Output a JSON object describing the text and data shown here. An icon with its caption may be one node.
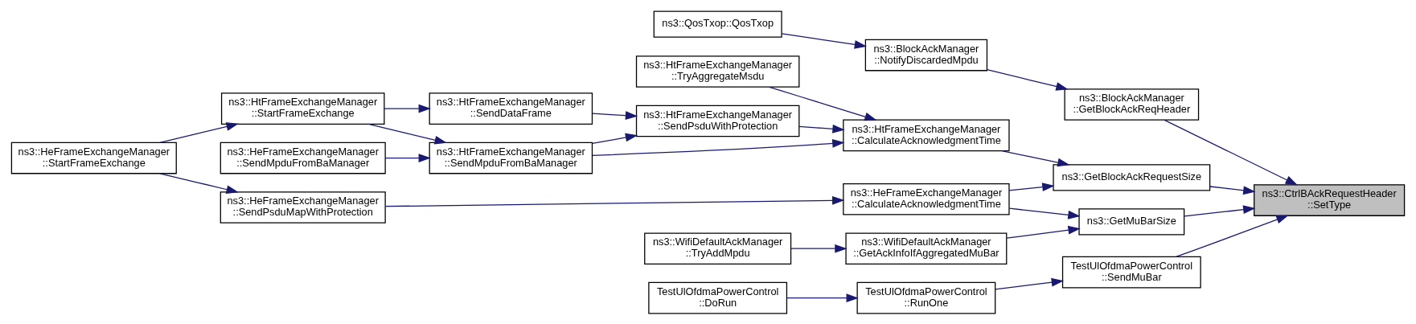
{
  "diagram": {
    "nodes": [
      {
        "text": [
          "ns3::CtrlBAckRequestHeader ::SetType"
        ]
      },
      {
        "text": [
          "ns3::BlockAckManager ::GetBlockAckReqHeader"
        ]
      },
      {
        "text": [
          "ns3::GetBlockAckRequestSize"
        ]
      },
      {
        "text": [
          "ns3::GetMuBarSize"
        ]
      },
      {
        "text": [
          "TestUlOfdmaPowerControl ::SendMuBar"
        ]
      },
      {
        "text": [
          "ns3::BlockAckManager ::NotifyDiscardedMpdu"
        ]
      },
      {
        "text": [
          "ns3::QosTxop::QosTxop"
        ]
      },
      {
        "text": [
          "ns3::HtFrameExchangeManager ::CalculateAcknowledgmentTime"
        ]
      },
      {
        "text": [
          "ns3::HeFrameExchangeManager ::CalculateAcknowledgmentTime"
        ]
      },
      {
        "text": [
          "ns3::WifiDefaultAckManager ::GetAckInfoIfAggregatedMuBar"
        ]
      },
      {
        "text": [
          "TestUlOfdmaPowerControl ::RunOne"
        ]
      },
      {
        "text": [
          "TestUlOfdmaPowerControl ::DoRun"
        ]
      },
      {
        "text": [
          "ns3::HtFrameExchangeManager ::TryAggregateMsdu"
        ]
      },
      {
        "text": [
          "ns3::HtFrameExchangeManager ::SendMpduFromBaManager"
        ]
      },
      {
        "text": [
          "ns3::HtFrameExchangeManager ::SendPsduWithProtection"
        ]
      },
      {
        "text": [
          "ns3::HeFrameExchangeManager ::SendPsduMapWithProtection"
        ]
      },
      {
        "text": [
          "ns3::WifiDefaultAckManager ::TryAddMpdu"
        ]
      },
      {
        "text": [
          "ns3::HeFrameExchangeManager ::SendMpduFromBaManager"
        ]
      },
      {
        "text": [
          "ns3::HtFrameExchangeManager ::StartFrameExchange"
        ]
      },
      {
        "text": [
          "ns3::HtFrameExchangeManager ::SendDataFrame"
        ]
      },
      {
        "text": [
          "ns3::HeFrameExchangeManager ::StartFrameExchange"
        ]
      }
    ],
    "edges": [
      {
        "from": 1,
        "to": 0,
        "arrow": "to"
      },
      {
        "from": 2,
        "to": 0,
        "arrow": "to"
      },
      {
        "from": 3,
        "to": 0,
        "arrow": "to"
      },
      {
        "from": 4,
        "to": 0,
        "arrow": "to"
      },
      {
        "from": 5,
        "to": 1,
        "arrow": "to"
      },
      {
        "from": 6,
        "to": 5,
        "arrow": "to"
      },
      {
        "from": 7,
        "to": 2,
        "arrow": "to"
      },
      {
        "from": 8,
        "to": 2,
        "arrow": "to"
      },
      {
        "from": 8,
        "to": 3,
        "arrow": "to"
      },
      {
        "from": 9,
        "to": 3,
        "arrow": "to"
      },
      {
        "from": 10,
        "to": 4,
        "arrow": "to"
      },
      {
        "from": 11,
        "to": 10,
        "arrow": "to"
      },
      {
        "from": 12,
        "to": 7,
        "arrow": "to"
      },
      {
        "from": 13,
        "to": 7,
        "arrow": "to"
      },
      {
        "from": 14,
        "to": 7,
        "arrow": "to"
      },
      {
        "from": 15,
        "to": 8,
        "arrow": "to"
      },
      {
        "from": 16,
        "to": 9,
        "arrow": "to"
      },
      {
        "from": 13,
        "to": 14,
        "arrow": "to"
      },
      {
        "from": 17,
        "to": 13,
        "arrow": "to"
      },
      {
        "from": 18,
        "to": 13,
        "arrow": "to"
      },
      {
        "from": 18,
        "to": 19,
        "arrow": "to"
      },
      {
        "from": 19,
        "to": 14,
        "arrow": "to"
      },
      {
        "from": 20,
        "to": 18,
        "arrow": "to"
      },
      {
        "from": 20,
        "to": 15,
        "arrow": "to"
      }
    ]
  }
}
